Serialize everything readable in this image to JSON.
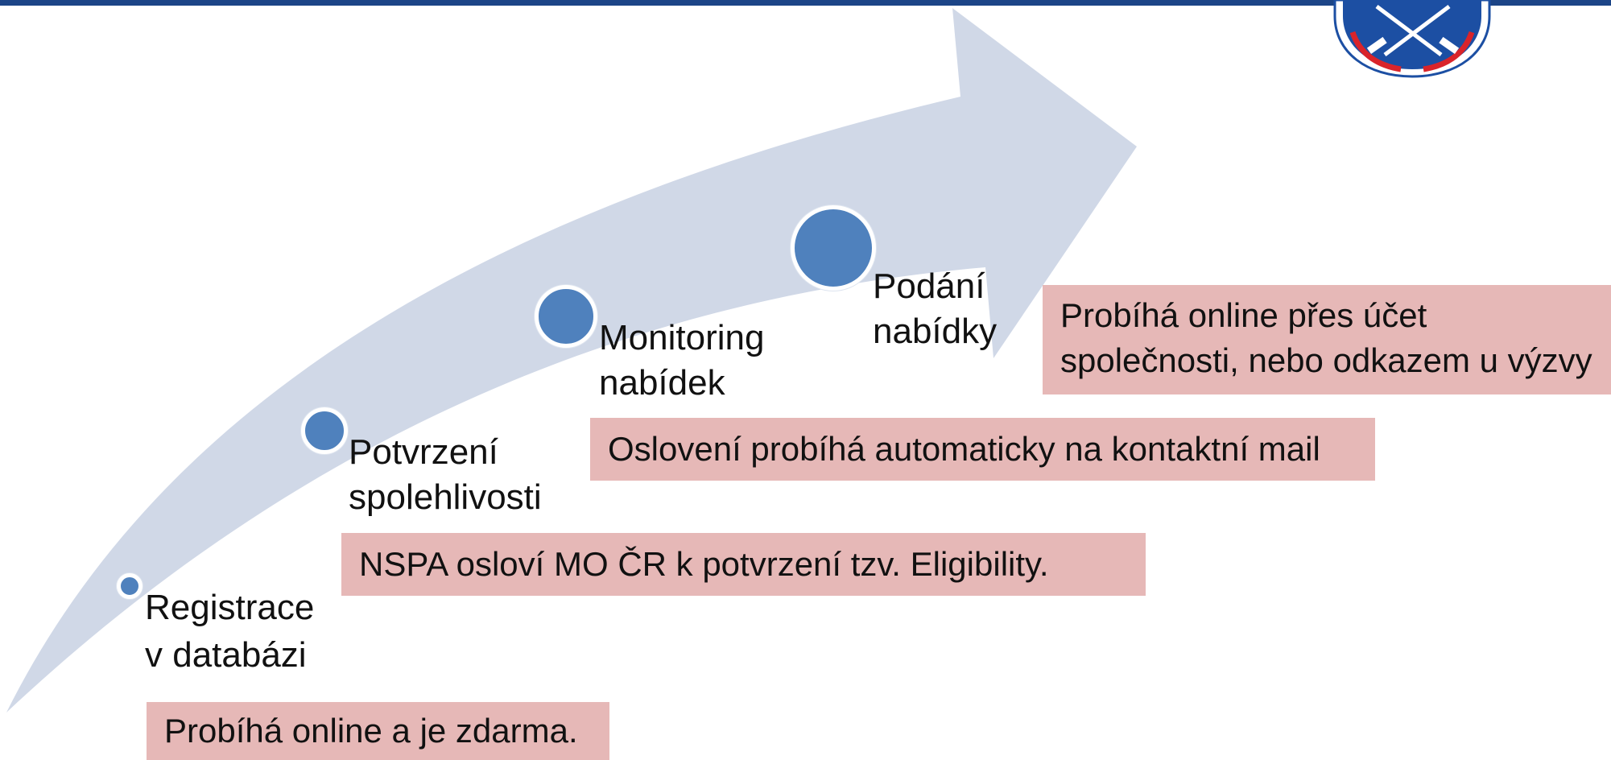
{
  "colors": {
    "top_bar": "#1c4587",
    "arrow": "#d0d8e7",
    "step_dot": "#4f81bd",
    "note_fill": "#e6b8b7",
    "logo_blue": "#1c4fa3",
    "logo_red": "#d9242a"
  },
  "logo": {
    "icon": "crossed-swords-shield-emblem"
  },
  "steps": [
    {
      "label_line1": "Registrace",
      "label_line2": "v databázi",
      "note": "Probíhá online a je zdarma."
    },
    {
      "label_line1": "Potvrzení",
      "label_line2": "spolehlivosti",
      "note": "NSPA osloví MO ČR k potvrzení tzv. Eligibility."
    },
    {
      "label_line1": "Monitoring",
      "label_line2": "nabídek",
      "note": "Oslovení probíhá automaticky na kontaktní mail"
    },
    {
      "label_line1": "Podání",
      "label_line2": "nabídky",
      "note_line1": "Probíhá online přes účet",
      "note_line2": "společnosti, nebo odkazem u výzvy"
    }
  ]
}
